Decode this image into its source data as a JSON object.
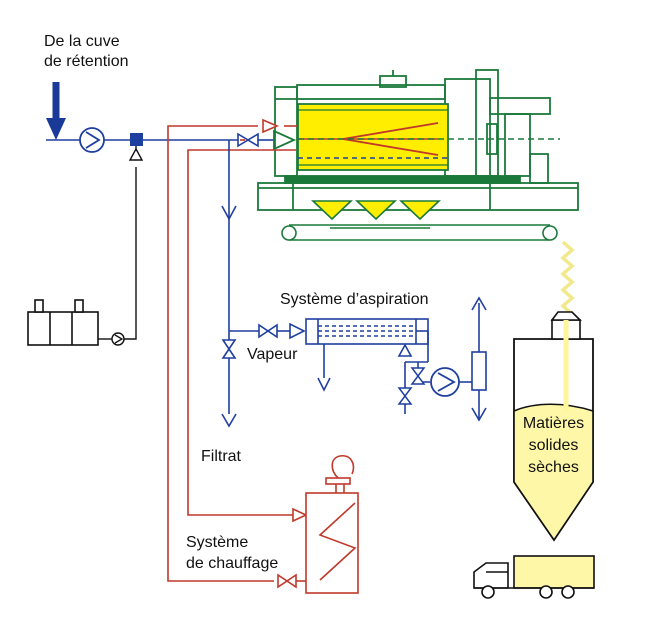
{
  "labels": {
    "source_line1": "De la cuve",
    "source_line2": "de rétention",
    "aspiration": "Système d’aspiration",
    "vapeur": "Vapeur",
    "filtrat": "Filtrat",
    "heating_line1": "Système",
    "heating_line2": "de chauffage",
    "solids_line1": "Matières",
    "solids_line2": "solides",
    "solids_line3": "sèches"
  },
  "colors": {
    "water_line": "#1f3fa0",
    "heating_line": "#c0392b",
    "machine": "#1b7a3a",
    "dryer_fill": "#ffee00",
    "solids_fill": "#fff7a8",
    "arrow": "#1a3a9a",
    "dark": "#111111"
  }
}
